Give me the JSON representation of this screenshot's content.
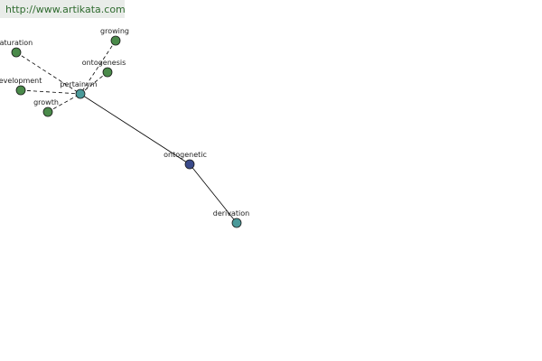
{
  "watermark": {
    "text": "http://www.artikata.com"
  },
  "graph": {
    "colors": {
      "edge": "#000000",
      "node_stroke": "#1a1a1a",
      "green_node": "#4a8a4a",
      "teal_node": "#4a9a9a",
      "blue_node": "#3a4a8a"
    },
    "nodes": [
      {
        "id": "maturation",
        "label": "maturation",
        "color": "green_node"
      },
      {
        "id": "growing",
        "label": "growing",
        "color": "green_node"
      },
      {
        "id": "ontogenesis",
        "label": "ontogenesis",
        "color": "green_node"
      },
      {
        "id": "development",
        "label": "development",
        "color": "green_node"
      },
      {
        "id": "pertainym",
        "label": "pertainym",
        "color": "teal_node"
      },
      {
        "id": "growth",
        "label": "growth",
        "color": "green_node"
      },
      {
        "id": "ontogenetic",
        "label": "ontogenetic",
        "color": "blue_node"
      },
      {
        "id": "derivation",
        "label": "derivation",
        "color": "teal_node"
      }
    ],
    "edges": [
      {
        "from": "maturation",
        "to": "pertainym",
        "style": "dashed"
      },
      {
        "from": "growing",
        "to": "pertainym",
        "style": "dashed"
      },
      {
        "from": "ontogenesis",
        "to": "pertainym",
        "style": "dashed"
      },
      {
        "from": "development",
        "to": "pertainym",
        "style": "dashed"
      },
      {
        "from": "growth",
        "to": "pertainym",
        "style": "dashed"
      },
      {
        "from": "pertainym",
        "to": "ontogenetic",
        "style": "solid"
      },
      {
        "from": "ontogenetic",
        "to": "derivation",
        "style": "solid"
      }
    ]
  }
}
